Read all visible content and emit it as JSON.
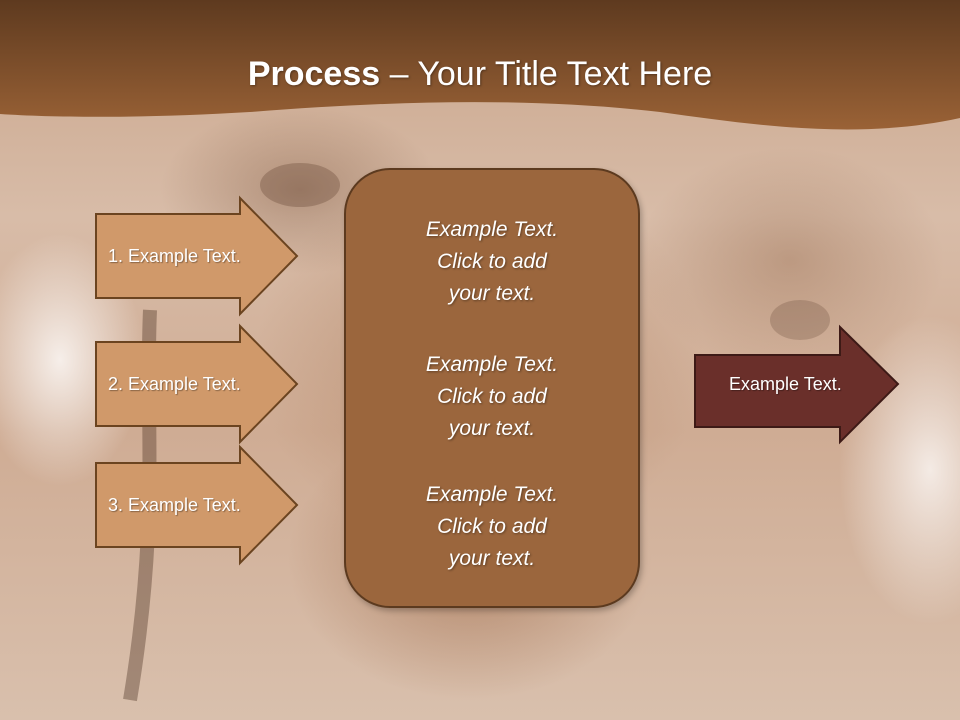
{
  "title": {
    "bold": "Process",
    "rest": " – Your Title Text Here"
  },
  "left_arrows": [
    {
      "label": "1. Example Text."
    },
    {
      "label": "2. Example Text."
    },
    {
      "label": "3. Example Text."
    }
  ],
  "center_blocks": [
    {
      "line1": "Example Text.",
      "line2": "Click  to add",
      "line3": "your text."
    },
    {
      "line1": "Example Text.",
      "line2": "Click  to add",
      "line3": "your text."
    },
    {
      "line1": "Example Text.",
      "line2": "Click  to add",
      "line3": "your text."
    }
  ],
  "right_arrow": {
    "label": "Example Text."
  },
  "colors": {
    "title_bar": "#8a5530",
    "left_arrow_fill": "#d0996a",
    "left_arrow_border": "#6b4420",
    "center_box_fill": "#9b663d",
    "right_arrow_fill": "#6a2f2a"
  }
}
